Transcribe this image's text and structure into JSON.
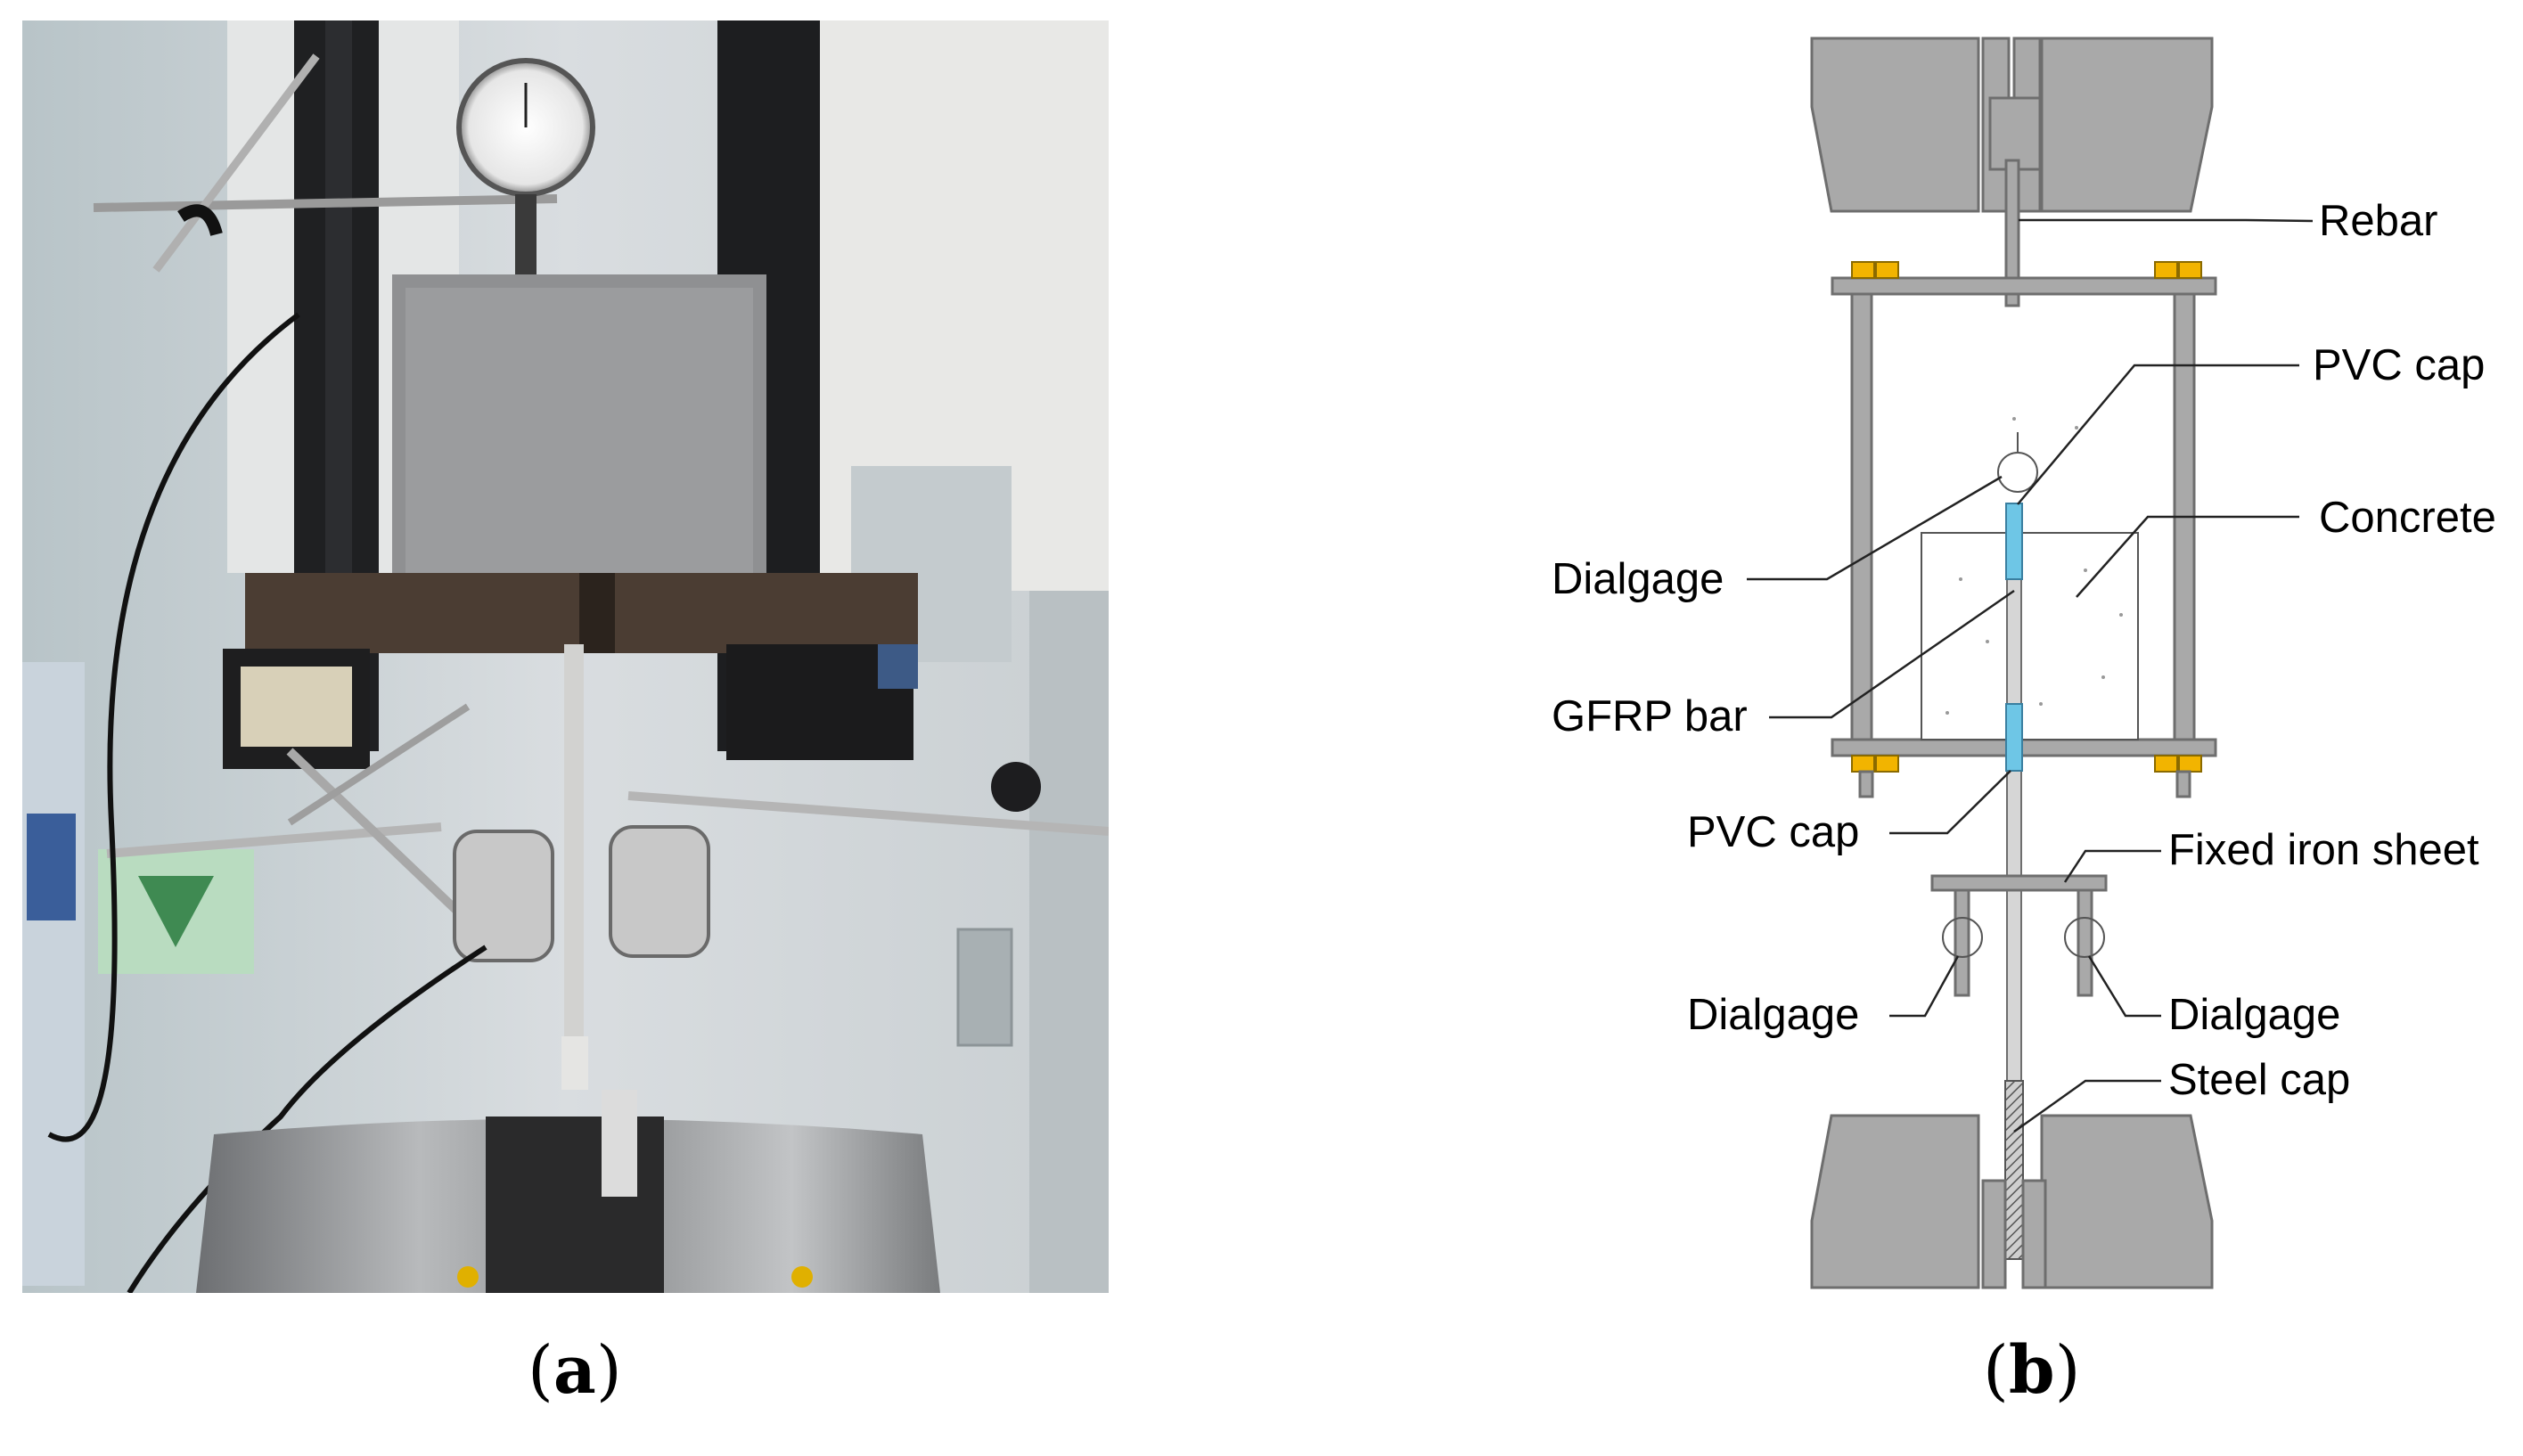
{
  "captions": {
    "a": {
      "open": "(",
      "letter": "a",
      "close": ")"
    },
    "b": {
      "open": "(",
      "letter": "b",
      "close": ")"
    }
  },
  "diagram": {
    "labels": {
      "rebar": "Rebar",
      "pvc_cap_top": "PVC cap",
      "dialgage_top": "Dialgage",
      "concrete": "Concrete",
      "gfrp_bar": "GFRP bar",
      "pvc_cap_bottom": "PVC cap",
      "fixed_iron_sheet": "Fixed iron sheet",
      "dialgage_left": "Dialgage",
      "dialgage_right": "Dialgage",
      "steel_cap": "Steel cap"
    },
    "colors": {
      "frame": "#a9a9a9",
      "nut": "#f2b400",
      "pvc_cap": "#6ec6e6"
    }
  }
}
